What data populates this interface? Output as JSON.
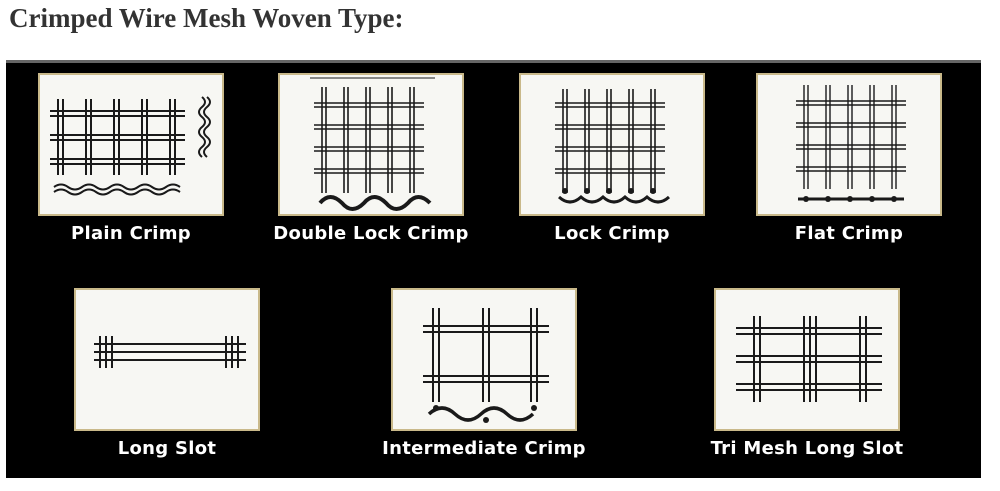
{
  "heading": "Crimped Wire Mesh Woven Type:",
  "types": [
    {
      "label": "Plain Crimp"
    },
    {
      "label": "Double Lock Crimp"
    },
    {
      "label": "Lock Crimp"
    },
    {
      "label": "Flat Crimp"
    },
    {
      "label": "Long Slot"
    },
    {
      "label": "Intermediate Crimp"
    },
    {
      "label": "Tri Mesh Long Slot"
    }
  ]
}
